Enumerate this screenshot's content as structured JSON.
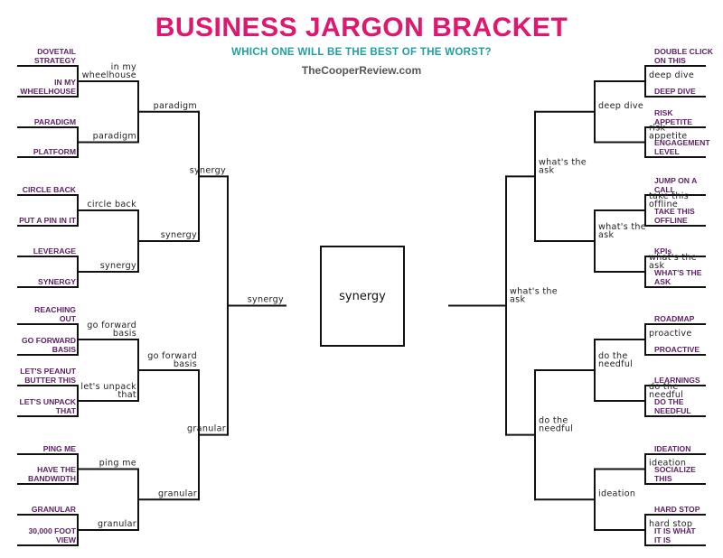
{
  "colors": {
    "title": "#e0176e",
    "subtitle": "#1fa0a0",
    "seed_text": "#5c1f63"
  },
  "header": {
    "title": "BUSINESS JARGON BRACKET",
    "subtitle": "WHICH ONE WILL BE THE BEST OF THE WORST?",
    "site": "TheCooperReview.com"
  },
  "left": {
    "seeds": [
      [
        "DOVETAIL",
        "STRATEGY"
      ],
      [
        "IN MY",
        "WHEELHOUSE"
      ],
      [
        "PARADIGM"
      ],
      [
        "PLATFORM"
      ],
      [
        "CIRCLE BACK"
      ],
      [
        "PUT A PIN IN IT"
      ],
      [
        "LEVERAGE"
      ],
      [
        "SYNERGY"
      ],
      [
        "REACHING",
        "OUT"
      ],
      [
        "GO FORWARD",
        "BASIS"
      ],
      [
        "LET'S PEANUT",
        "BUTTER THIS"
      ],
      [
        "LET'S UNPACK",
        "THAT"
      ],
      [
        "PING ME"
      ],
      [
        "HAVE THE",
        "BANDWIDTH"
      ],
      [
        "GRANULAR"
      ],
      [
        "30,000 FOOT",
        "VIEW"
      ]
    ],
    "round2": [
      [
        "in my",
        "wheelhouse"
      ],
      [
        "paradigm"
      ],
      [
        "circle back"
      ],
      [
        "synergy"
      ],
      [
        "go forward",
        "basis"
      ],
      [
        "let's unpack",
        "that"
      ],
      [
        "ping me"
      ],
      [
        "granular"
      ]
    ],
    "round3": [
      [
        "paradigm"
      ],
      [
        "synergy"
      ],
      [
        "go forward",
        "basis"
      ],
      [
        "granular"
      ]
    ],
    "round4": [
      [
        "synergy"
      ],
      [
        "granular"
      ]
    ],
    "round5": [
      [
        "synergy"
      ]
    ]
  },
  "right": {
    "seeds": [
      [
        "DOUBLE CLICK",
        "ON THIS"
      ],
      [
        "DEEP DIVE"
      ],
      [
        "RISK",
        "APPETITE"
      ],
      [
        "ENGAGEMENT",
        "LEVEL"
      ],
      [
        "JUMP ON A",
        "CALL"
      ],
      [
        "TAKE THIS",
        "OFFLINE"
      ],
      [
        "KPIs"
      ],
      [
        "WHAT'S THE",
        "ASK"
      ],
      [
        "ROADMAP"
      ],
      [
        "PROACTIVE"
      ],
      [
        "LEARNINGS"
      ],
      [
        "DO THE",
        "NEEDFUL"
      ],
      [
        "IDEATION"
      ],
      [
        "SOCIALIZE",
        "THIS"
      ],
      [
        "HARD STOP"
      ],
      [
        "IT IS WHAT",
        "IT IS"
      ]
    ],
    "round2": [
      [
        "deep dive"
      ],
      [
        "risk",
        "appetite"
      ],
      [
        "take this",
        "offline"
      ],
      [
        "what's the",
        "ask"
      ],
      [
        "proactive"
      ],
      [
        "do the",
        "needful"
      ],
      [
        "ideation"
      ],
      [
        "hard stop"
      ]
    ],
    "round3": [
      [
        "deep dive"
      ],
      [
        "what's the",
        "ask"
      ],
      [
        "do the",
        "needful"
      ],
      [
        "ideation"
      ]
    ],
    "round4": [
      [
        "what's the",
        "ask"
      ],
      [
        "do the",
        "needful"
      ]
    ],
    "round5": [
      [
        "what's the",
        "ask"
      ]
    ]
  },
  "final": {
    "winner": "synergy"
  }
}
